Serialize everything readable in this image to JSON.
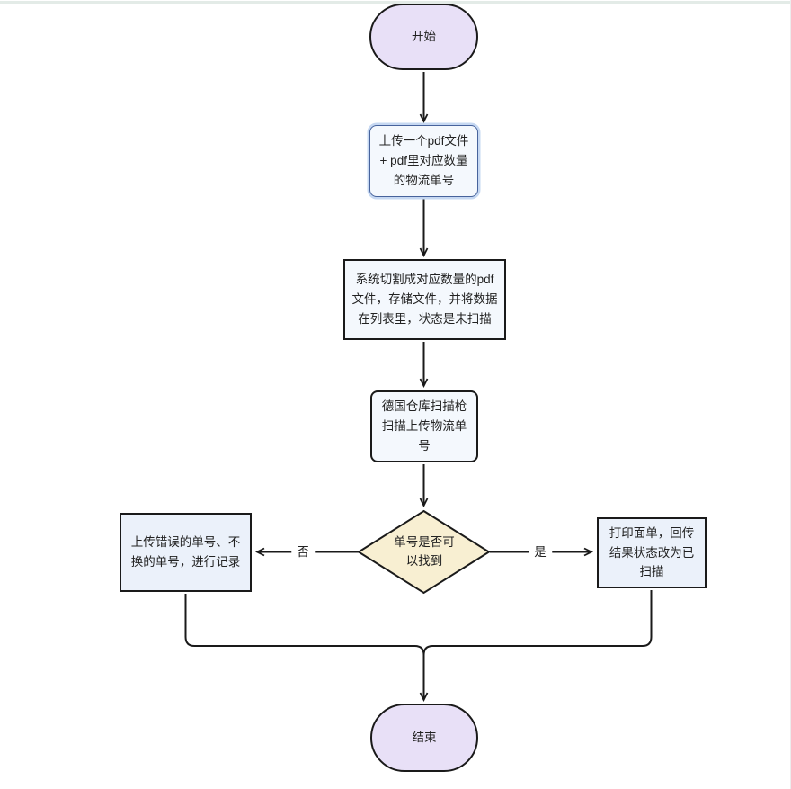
{
  "colors": {
    "stroke": "#1a1a1a",
    "terminator-fill": "#e8e0f7",
    "process-fill": "#f4f8fd",
    "branch-fill": "#ebf1fa",
    "decision-fill": "#f8efd2",
    "highlight-stroke": "#47639c",
    "highlight-halo": "#c6d8f2",
    "panel-line": "#e3ebe7"
  },
  "nodes": {
    "start": {
      "label": "开始"
    },
    "upload": {
      "label": "上传一个pdf文件 + pdf里对应数量的物流单号"
    },
    "split": {
      "label": "系统切割成对应数量的pdf文件，存储文件，并将数据在列表里，状态是未扫描"
    },
    "scan": {
      "label": "德国仓库扫描枪扫描上传物流单号"
    },
    "decision": {
      "label": "单号是否可以找到"
    },
    "record": {
      "label": "上传错误的单号、不换的单号，进行记录"
    },
    "print": {
      "label": "打印面单，回传结果状态改为已扫描"
    },
    "end": {
      "label": "结束"
    }
  },
  "edges": {
    "no_label": "否",
    "yes_label": "是"
  }
}
